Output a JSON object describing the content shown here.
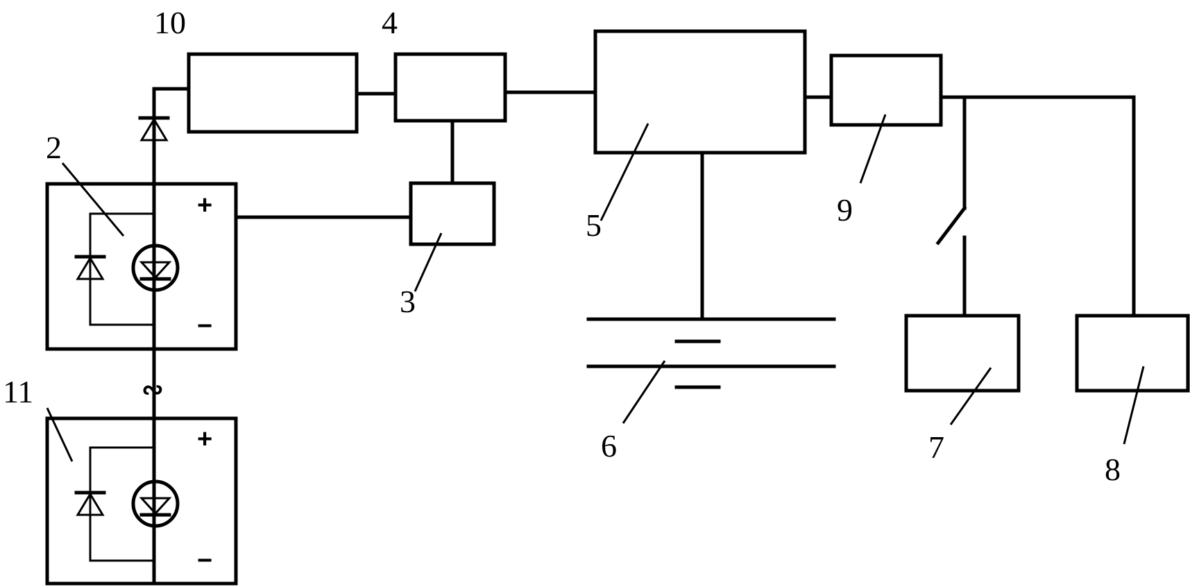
{
  "labels": {
    "l2": "2",
    "l3": "3",
    "l4": "4",
    "l5": "5",
    "l6": "6",
    "l7": "7",
    "l8": "8",
    "l9": "9",
    "l10": "10",
    "l11": "11"
  },
  "signs": {
    "plus": "+",
    "minus": "−",
    "ac": "∾"
  },
  "colors": {
    "stroke": "#000000",
    "background": "#ffffff"
  }
}
